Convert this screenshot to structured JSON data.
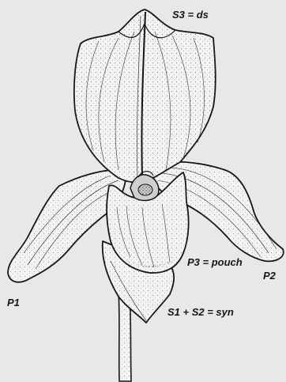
{
  "labels": {
    "dorsal_sepal": "S3 = ds",
    "left_petal": "P1",
    "right_petal": "P2",
    "pouch": "P3 = pouch",
    "synsepal": "S1 + S2 = syn"
  },
  "colors": {
    "background": "#e9e8e6",
    "ink": "#161616",
    "fill": "#f4f3f1",
    "shade": "#8a8a8a"
  }
}
